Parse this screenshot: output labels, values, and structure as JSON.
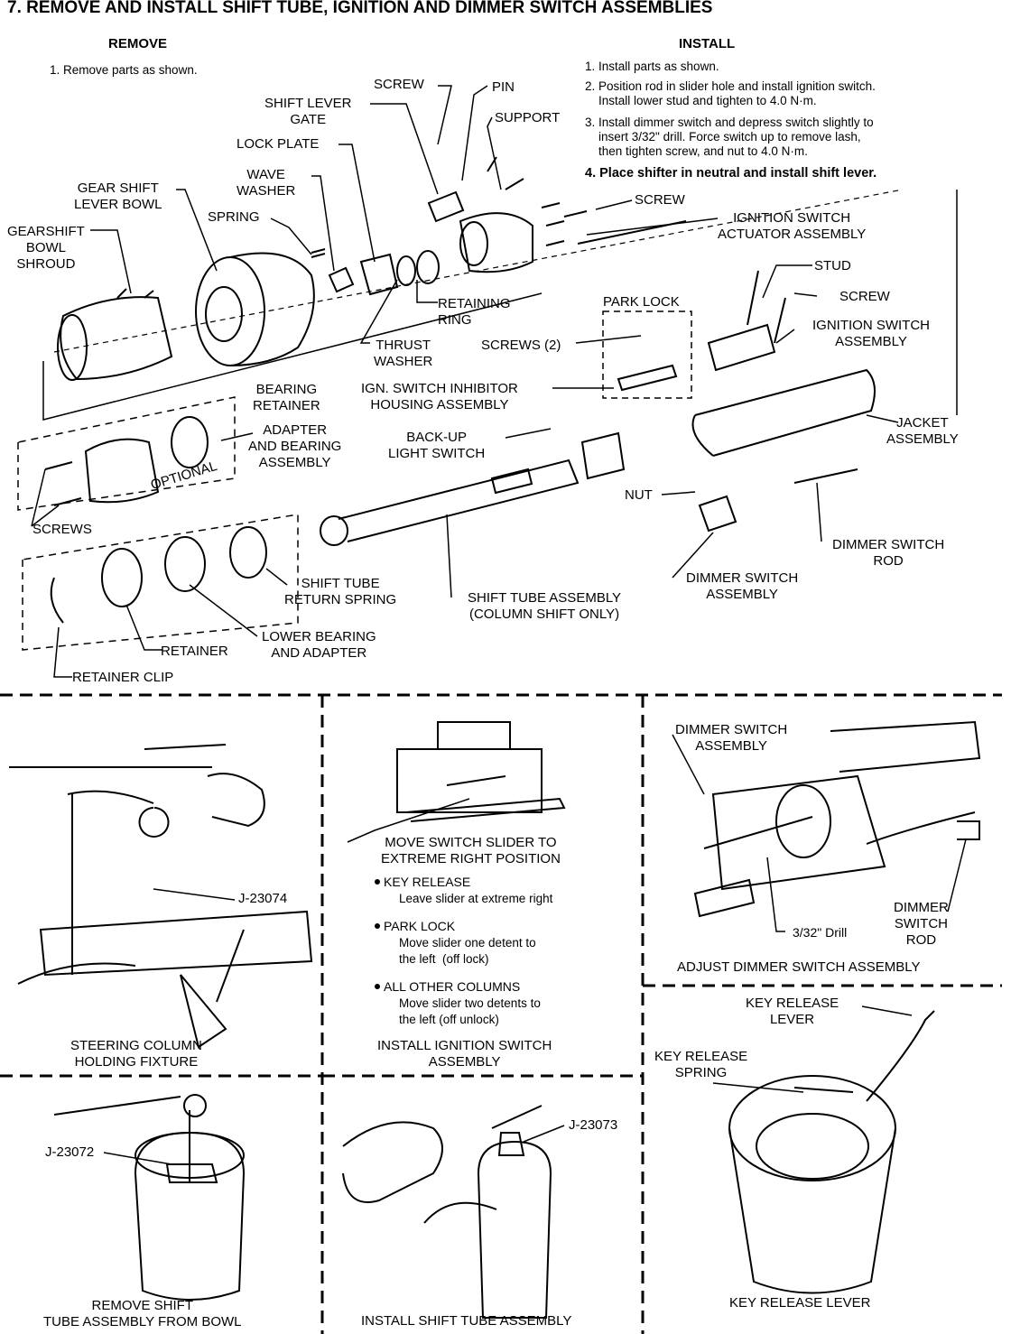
{
  "title": "7. REMOVE AND INSTALL SHIFT TUBE, IGNITION AND DIMMER SWITCH ASSEMBLIES",
  "remove": {
    "heading": "REMOVE",
    "steps": [
      "1. Remove parts as shown."
    ]
  },
  "install": {
    "heading": "INSTALL",
    "steps": [
      "1. Install parts as shown.",
      "2. Position rod in slider hole and install ignition switch.\n    Install lower stud and tighten to 4.0 N·m.",
      "3. Install dimmer switch and depress switch slightly to\n    insert 3/32\" drill. Force switch up to remove lash,\n    then tighten screw, and nut to 4.0 N·m.",
      "4. Place shifter in neutral and install shift lever."
    ]
  },
  "parts": {
    "screw_top": "SCREW",
    "pin": "PIN",
    "shift_lever_gate": "SHIFT LEVER\nGATE",
    "support": "SUPPORT",
    "lock_plate": "LOCK PLATE",
    "wave_washer": "WAVE\nWASHER",
    "gear_shift_lever_bowl": "GEAR SHIFT\nLEVER BOWL",
    "spring": "SPRING",
    "gearshift_bowl_shroud": "GEARSHIFT\nBOWL\nSHROUD",
    "screw_right": "SCREW",
    "ignition_switch_actuator": "IGNITION SWITCH\nACTUATOR ASSEMBLY",
    "stud": "STUD",
    "park_lock": "PARK LOCK",
    "screw_right2": "SCREW",
    "retaining_ring": "RETAINING\nRING",
    "ignition_switch_assembly": "IGNITION SWITCH\nASSEMBLY",
    "thrust_washer": "THRUST\nWASHER",
    "screws_2": "SCREWS (2)",
    "bearing_retainer": "BEARING\nRETAINER",
    "ign_switch_inhibitor": "IGN. SWITCH INHIBITOR\nHOUSING ASSEMBLY",
    "adapter_bearing": "ADAPTER\nAND BEARING\nASSEMBLY",
    "backup_light_switch": "BACK-UP\nLIGHT SWITCH",
    "jacket_assembly": "JACKET\nASSEMBLY",
    "optional": "OPTIONAL",
    "screws_left": "SCREWS",
    "nut": "NUT",
    "dimmer_switch_rod": "DIMMER SWITCH\nROD",
    "shift_tube_return_spring": "SHIFT TUBE\nRETURN SPRING",
    "dimmer_switch_assembly": "DIMMER SWITCH\nASSEMBLY",
    "shift_tube_assembly": "SHIFT TUBE ASSEMBLY\n(COLUMN SHIFT ONLY)",
    "lower_bearing_adapter": "LOWER BEARING\nAND ADAPTER",
    "retainer": "RETAINER",
    "retainer_clip": "RETAINER CLIP"
  },
  "panels": {
    "steering_column": {
      "tool": "J-23074",
      "caption": "STEERING COLUMN\nHOLDING FIXTURE"
    },
    "ignition_switch": {
      "callout": "MOVE SWITCH SLIDER TO\nEXTREME RIGHT POSITION",
      "notes": [
        {
          "head": "KEY RELEASE",
          "body": "Leave slider at extreme right"
        },
        {
          "head": "PARK LOCK",
          "body": "Move slider one detent to\nthe left  (off lock)"
        },
        {
          "head": "ALL OTHER COLUMNS",
          "body": "Move slider two detents to\nthe left (off unlock)"
        }
      ],
      "caption": "INSTALL IGNITION SWITCH\nASSEMBLY"
    },
    "dimmer": {
      "label_assembly": "DIMMER SWITCH\nASSEMBLY",
      "drill": "3/32\" Drill",
      "rod": "DIMMER\nSWITCH\nROD",
      "caption": "ADJUST DIMMER SWITCH ASSEMBLY"
    },
    "remove_shift_tube": {
      "tool": "J-23072",
      "caption": "REMOVE SHIFT\nTUBE ASSEMBLY FROM BOWL"
    },
    "install_shift_tube": {
      "tool": "J-23073",
      "caption": "INSTALL SHIFT TUBE ASSEMBLY"
    },
    "key_release": {
      "lever_label": "KEY RELEASE\nLEVER",
      "spring_label": "KEY RELEASE\nSPRING",
      "caption": "KEY RELEASE LEVER"
    }
  }
}
